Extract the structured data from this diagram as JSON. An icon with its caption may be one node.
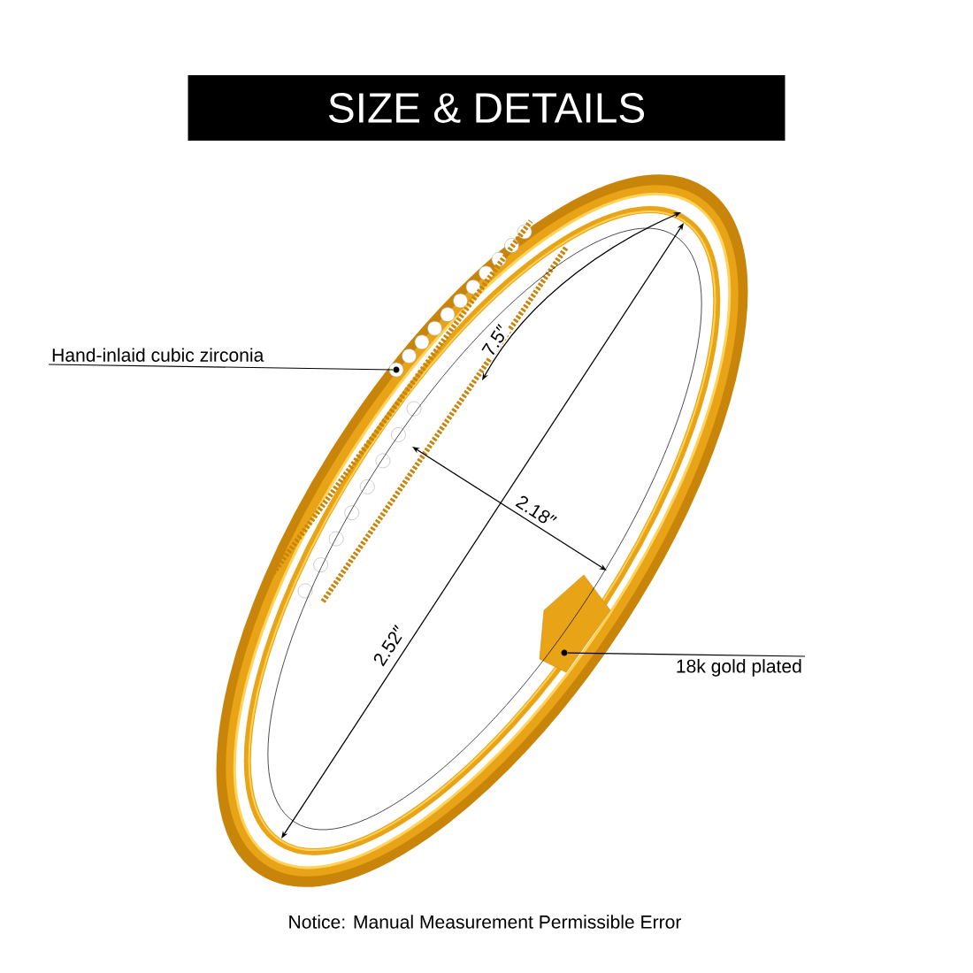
{
  "diagram": {
    "title": "SIZE & DETAILS",
    "caption": "Notice: Manual Measurement Permissible Error",
    "nodes": [
      {
        "text": [
          "Hand-inlaid cubic zirconia"
        ]
      },
      {
        "text": [],
        "shape": "circle"
      },
      {
        "text": [
          "18k gold plated"
        ]
      },
      {
        "text": [],
        "shape": "circle"
      }
    ],
    "edges": [
      {
        "from": 0,
        "to": 1,
        "arrow": "none"
      },
      {
        "from": 2,
        "to": 3,
        "arrow": "none"
      }
    ],
    "labels": [
      "7.5″",
      "2.18″",
      "2.52″"
    ]
  }
}
